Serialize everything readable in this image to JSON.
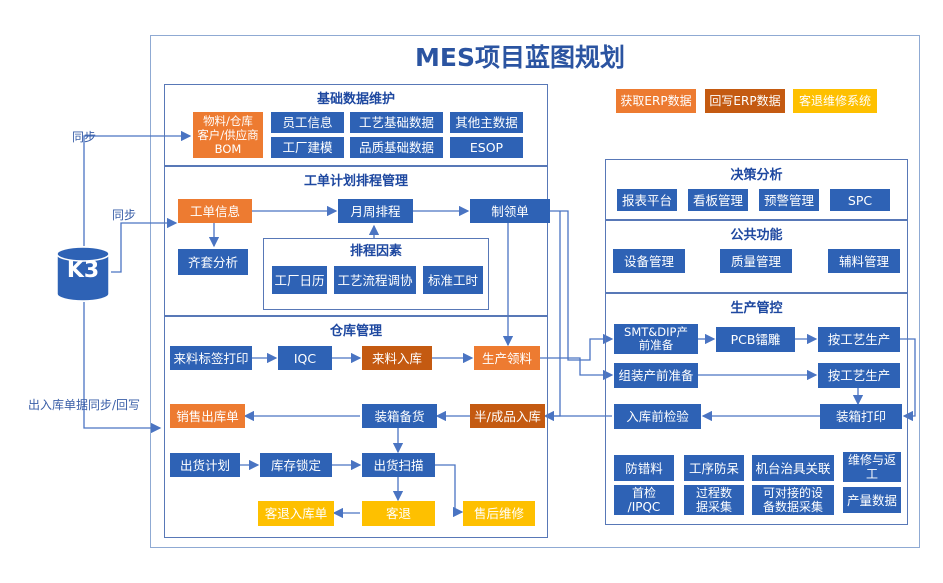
{
  "title": "MES项目蓝图规划",
  "legend": [
    "获取ERP数据",
    "回写ERP数据",
    "客退维修系统"
  ],
  "k3": "K3",
  "labels": {
    "sync1": "同步",
    "sync2": "同步",
    "io_sync": "出入库单据同步/回写"
  },
  "sections": {
    "basic": {
      "title": "基础数据维护",
      "items": [
        "物料/仓库\n客户/供应商\nBOM",
        "员工信息",
        "工艺基础数据",
        "其他主数据",
        "工厂建模",
        "品质基础数据",
        "ESOP"
      ]
    },
    "plan": {
      "title": "工单计划排程管理",
      "items": [
        "工单信息",
        "月周排程",
        "制领单",
        "齐套分析"
      ],
      "factors_title": "排程因素",
      "factors": [
        "工厂日历",
        "工艺流程调协",
        "标准工时"
      ]
    },
    "warehouse": {
      "title": "仓库管理",
      "items": [
        "来料标签打印",
        "IQC",
        "来料入库",
        "生产领料",
        "销售出库单",
        "装箱备货",
        "半/成品入库",
        "出货计划",
        "库存锁定",
        "出货扫描",
        "客退入库单",
        "客退",
        "售后维修"
      ]
    },
    "decision": {
      "title": "决策分析",
      "items": [
        "报表平台",
        "看板管理",
        "预警管理",
        "SPC"
      ]
    },
    "common": {
      "title": "公共功能",
      "items": [
        "设备管理",
        "质量管理",
        "辅料管理"
      ]
    },
    "production": {
      "title": "生产管控",
      "items": [
        "SMT&DIP产\n前准备",
        "PCB镭雕",
        "按工艺生产",
        "组装产前准备",
        "按工艺生产",
        "装箱打印",
        "入库前检验",
        "防错料",
        "工序防呆",
        "机台治具关联",
        "维修与返\n工",
        "首检\n/IPQC",
        "过程数\n据采集",
        "可对接的设\n备数据采集",
        "产量数据"
      ]
    }
  },
  "colors": {
    "blue": "#2e62b5",
    "orange": "#ed7b31",
    "dark_orange": "#c45a11",
    "yellow": "#fec000",
    "line": "#4a74c2"
  }
}
